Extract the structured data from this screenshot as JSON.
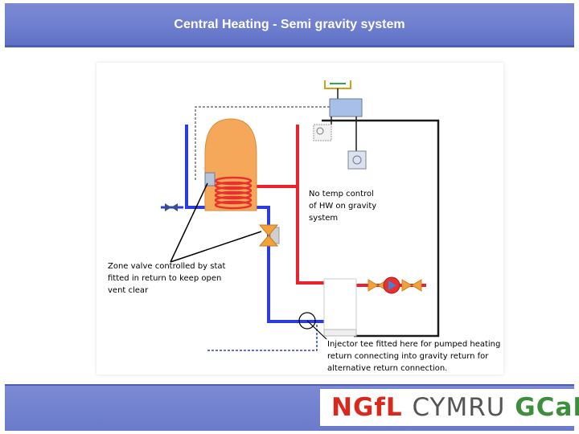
{
  "header": {
    "title": "Central Heating - Semi gravity system"
  },
  "diagram": {
    "notes": {
      "no_temp_control": "No temp control\nof HW on gravity\nsystem",
      "zone_valve": "Zone valve controlled by stat\nfitted in return to keep open\nvent clear",
      "injector_tee": "Injector tee fitted here for pumped heating\nreturn connecting into gravity return for\nalternative return connection."
    }
  },
  "footer": {
    "logo": {
      "ngfl": "NGfL",
      "cymru": "CYMRU",
      "gcad": "GCaD"
    }
  },
  "colors": {
    "flow": "#e8232b",
    "return": "#2b3de0",
    "cylinder": "#f6a85a",
    "coil": "#e8302e",
    "title_bar": "#6f7fcf"
  }
}
